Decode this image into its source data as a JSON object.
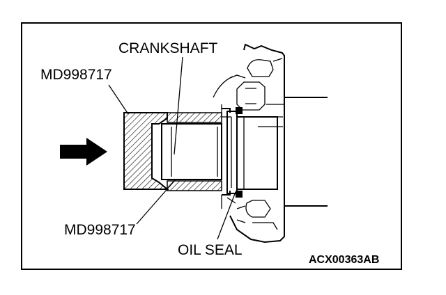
{
  "labels": {
    "crankshaft": "CRANKSHAFT",
    "tool_upper": "MD998717",
    "tool_lower": "MD998717",
    "oil_seal": "OIL SEAL",
    "figure_code": "ACX00363AB"
  },
  "icons": {
    "arrow": "right-arrow-icon"
  }
}
